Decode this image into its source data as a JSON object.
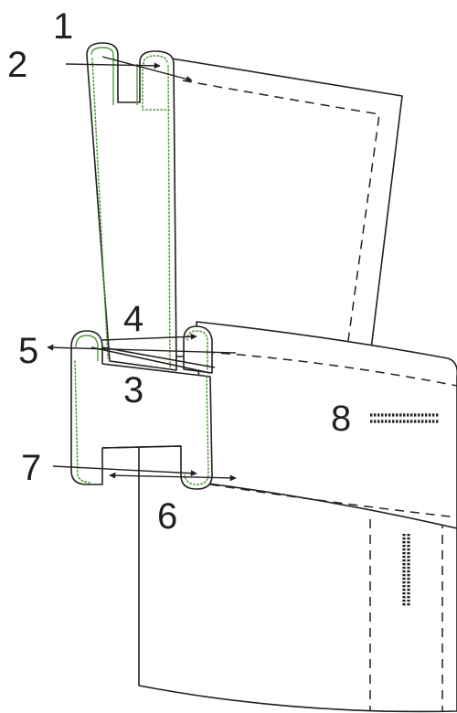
{
  "callouts": {
    "c1": "1",
    "c2": "2",
    "c3": "3",
    "c4": "4",
    "c5": "5",
    "c6": "6",
    "c7": "7",
    "c8": "8"
  },
  "colors": {
    "outline": "#231f20",
    "tab_outline": "#4f9a3c"
  }
}
